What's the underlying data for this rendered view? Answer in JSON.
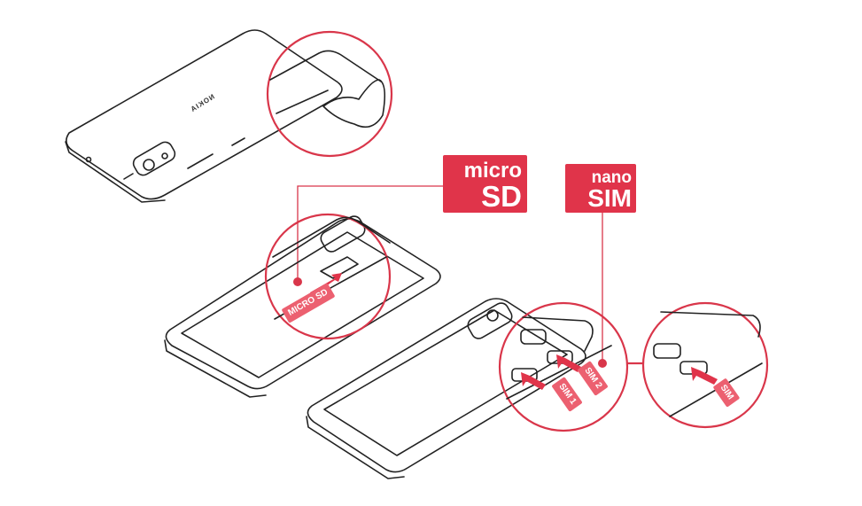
{
  "illustration": {
    "phone_brand": "NOKIA",
    "micro_sd_badge": {
      "line1": "micro",
      "line2": "SD"
    },
    "nano_sim_badge": {
      "line1": "nano",
      "line2": "SIM"
    },
    "cards": {
      "micro_sd": "MICRO SD",
      "sim1": "SIM 1",
      "sim2": "SIM 2",
      "sim": "SIM"
    },
    "accent_color": "#e0344a"
  }
}
